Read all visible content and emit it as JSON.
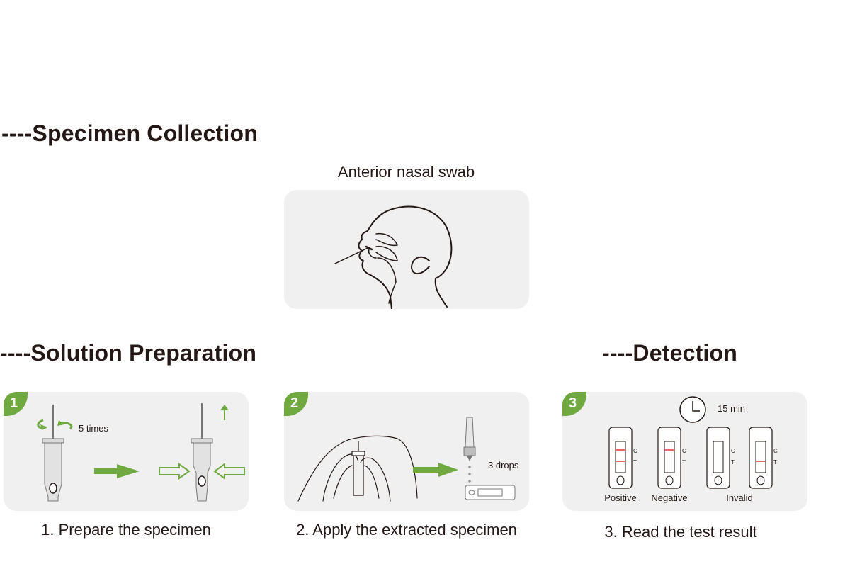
{
  "sections": {
    "specimen_collection": "----Specimen Collection",
    "solution_preparation": "----Solution Preparation",
    "detection": "----Detection"
  },
  "nasal": {
    "caption": "Anterior nasal swab"
  },
  "steps": [
    {
      "number": "1",
      "caption": "1. Prepare the specimen",
      "rotation_label": "5 times"
    },
    {
      "number": "2",
      "caption": "2. Apply the extracted specimen",
      "drops_label": "3 drops"
    },
    {
      "number": "3",
      "caption": "3. Read the test result",
      "timer_label": "15 min",
      "results": [
        "Positive",
        "Negative",
        "Invalid"
      ],
      "line_labels": {
        "c": "C",
        "t": "T"
      }
    }
  ],
  "colors": {
    "accent_green": "#6fa940",
    "panel_bg": "#f0f0f0",
    "line_red": "#d9363e",
    "ink": "#231815"
  }
}
